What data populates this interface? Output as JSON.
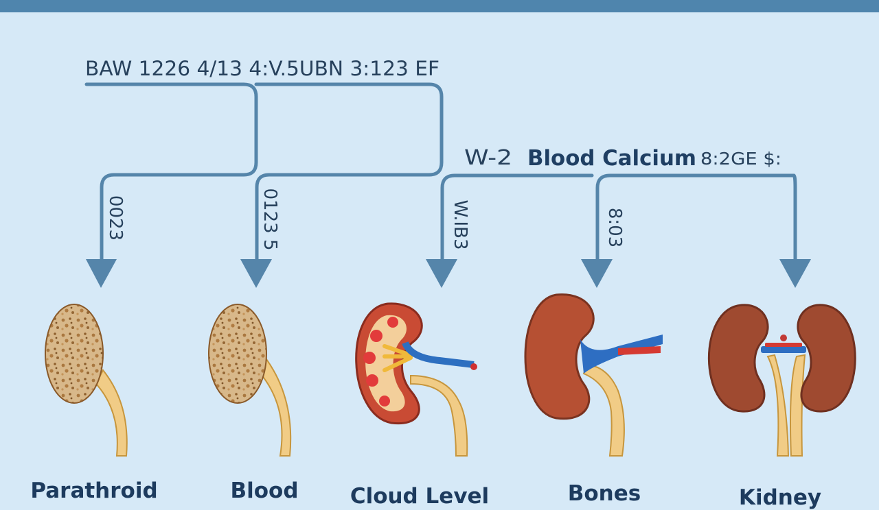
{
  "top_title": "BAW 1226 4/13 4:V.5UBN 3:123 EF",
  "secondary_heading": {
    "prefix": "W-2",
    "main": "Blood Calcium",
    "suffix": "8:2GE $:"
  },
  "branch_labels": [
    "0023",
    "0123 5",
    "W.IB3",
    "8:03"
  ],
  "organs": [
    {
      "name": "Parathroid",
      "icon": "parathyroid-gland-icon"
    },
    {
      "name": "Blood",
      "icon": "gland-icon"
    },
    {
      "name": "Cloud Level",
      "icon": "kidney-cross-section-icon"
    },
    {
      "name": "Bones",
      "icon": "kidney-vessel-icon"
    },
    {
      "name": "Kidney",
      "icon": "kidney-pair-icon"
    }
  ],
  "colors": {
    "background": "#d6e9f7",
    "top_bar": "#4f85ad",
    "connector": "#5585aa",
    "label_text": "#1d3b5e"
  }
}
